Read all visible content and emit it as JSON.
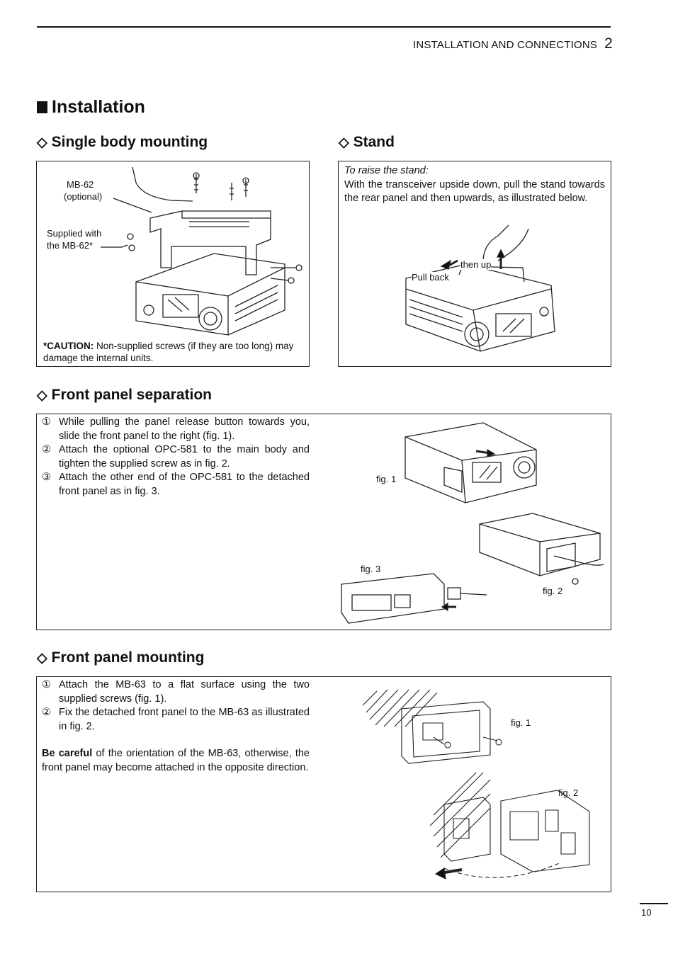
{
  "header": {
    "section": "INSTALLATION AND CONNECTIONS",
    "chapter": "2"
  },
  "title": "Installation",
  "single_body": {
    "heading": "Single body mounting",
    "label_mb62": "MB-62",
    "label_optional": "(optional)",
    "label_supplied_1": "Supplied with",
    "label_supplied_2": "the MB-62*",
    "caution_bold": "*CAUTION:",
    "caution_text": " Non-supplied screws (if they are too long) may damage the internal units."
  },
  "stand": {
    "heading": "Stand",
    "intro_italic": "To raise the stand:",
    "text": "With the transceiver upside down, pull the stand towards the rear panel and then upwards, as illustrated below.",
    "label_then_up": "then up",
    "label_pull_back": "Pull back"
  },
  "front_sep": {
    "heading": "Front panel separation",
    "steps": [
      {
        "num": "①",
        "text": "While pulling the panel release button towards you, slide the front panel to the right (fig. 1)."
      },
      {
        "num": "②",
        "text": "Attach the optional OPC-581 to the main body and tighten the supplied screw as in fig. 2."
      },
      {
        "num": "③",
        "text": "Attach the other end of the OPC-581 to the detached front panel as in fig. 3."
      }
    ],
    "fig1": "fig. 1",
    "fig2": "fig. 2",
    "fig3": "fig. 3"
  },
  "front_mount": {
    "heading": "Front panel mounting",
    "steps": [
      {
        "num": "①",
        "text": "Attach the MB-63 to a flat surface using the two supplied screws (fig. 1)."
      },
      {
        "num": "②",
        "text": "Fix the detached front panel to the MB-63 as illustrated in fig. 2."
      }
    ],
    "careful_bold": "Be careful",
    "careful_text": " of the orientation of the MB-63, otherwise, the front panel may become attached in the opposite direction.",
    "fig1": "fig. 1",
    "fig2": "fig. 2"
  },
  "page_number": "10"
}
